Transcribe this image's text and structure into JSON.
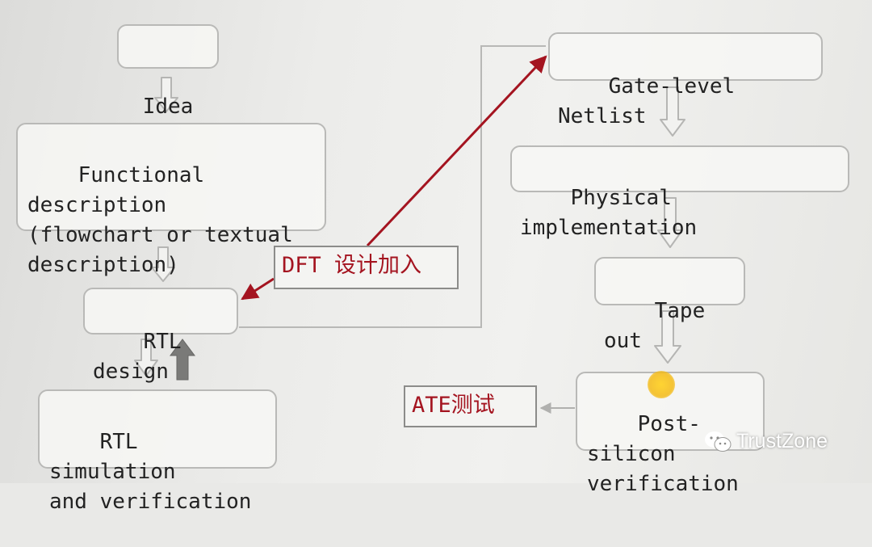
{
  "nodes": {
    "idea": "Idea",
    "functional_description": "Functional description\n(flowchart or textual\ndescription)",
    "rtl_design": "RTL design",
    "rtl_simulation": "RTL simulation\nand verification",
    "gate_level_netlist": "Gate-level Netlist",
    "physical_implementation": "Physical implementation",
    "tape_out": "Tape out",
    "post_silicon": "Post-silicon\nverification"
  },
  "annotations": {
    "dft": "DFT 设计加入",
    "ate": "ATE测试"
  },
  "watermark": {
    "text": "TrustZone",
    "icon": "wechat-icon"
  },
  "colors": {
    "annotation_red": "#a41420",
    "box_border": "#b9b9b7",
    "hollow_arrow": "#b5b5b3",
    "solid_arrow": "#7a7a78",
    "cursor_highlight": "#f4ba14"
  }
}
